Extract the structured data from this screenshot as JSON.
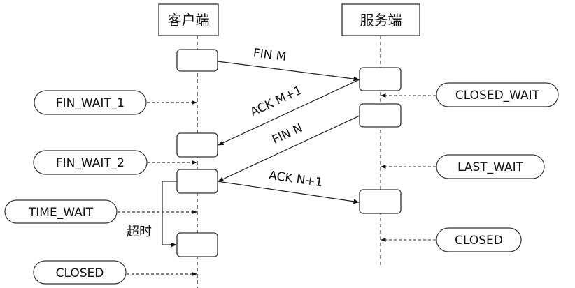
{
  "title": "TCP four-way handshake (connection teardown)",
  "participants": {
    "client": "客户端",
    "server": "服务端"
  },
  "messages": [
    {
      "id": "fin_m",
      "label": "FIN M",
      "from": "client",
      "to": "server"
    },
    {
      "id": "ack_m1",
      "label": "ACK M+1",
      "from": "server",
      "to": "client"
    },
    {
      "id": "fin_n",
      "label": "FIN N",
      "from": "server",
      "to": "client"
    },
    {
      "id": "ack_n1",
      "label": "ACK N+1",
      "from": "client",
      "to": "server"
    }
  ],
  "client_states": [
    {
      "label": "FIN_WAIT_1"
    },
    {
      "label": "FIN_WAIT_2"
    },
    {
      "label": "TIME_WAIT"
    },
    {
      "label": "CLOSED"
    }
  ],
  "server_states": [
    {
      "label": "CLOSED_WAIT"
    },
    {
      "label": "LAST_WAIT"
    },
    {
      "label": "CLOSED"
    }
  ],
  "timeout_label": "超时",
  "colors": {
    "stroke": "#222222",
    "dash": "#555555",
    "text": "#111111",
    "background": "#ffffff"
  }
}
